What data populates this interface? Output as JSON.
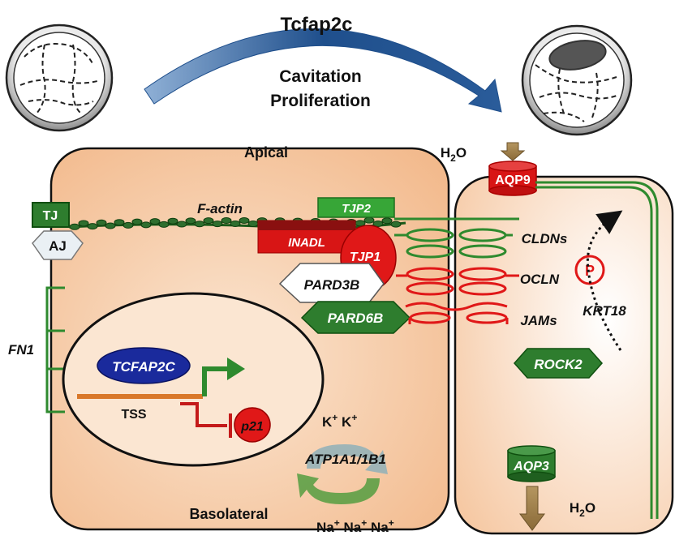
{
  "header": {
    "title": "Tcfap2c",
    "line1": "Cavitation",
    "line2": "Proliferation"
  },
  "regions": {
    "apical": "Apical",
    "basolateral": "Basolateral"
  },
  "water_top": {
    "main": "H",
    "sub": "2",
    "tail": "O"
  },
  "water_bottom": {
    "main": "H",
    "sub": "2",
    "tail": "O"
  },
  "junctions": {
    "tj": "TJ",
    "aj": "AJ",
    "fn1": "FN1"
  },
  "proteins": {
    "factin": "F-actin",
    "tjp2": "TJP2",
    "inadl": "INADL",
    "tjp1": "TJP1",
    "pard3b": "PARD3B",
    "pard6b": "PARD6B",
    "tcfap2c": "TCFAP2C",
    "tss": "TSS",
    "p21": "p21",
    "atp": "ATP1A1/1B1",
    "aqp9": "AQP9",
    "aqp3": "AQP3",
    "rock2": "ROCK2",
    "krt18": "KRT18",
    "phospho": "P"
  },
  "labels": {
    "cldns": "CLDNs",
    "ocln": "OCLN",
    "jams": "JAMs"
  },
  "ions": {
    "k_base": "K",
    "na_base": "Na",
    "plus": "+"
  },
  "colors": {
    "cytoplasm": "#f5c7a0",
    "green": "#2e7d2e",
    "red": "#e01818",
    "navy": "#1a2a9c",
    "orange": "#d9782a",
    "arrow_blue": "#2c5b94"
  }
}
